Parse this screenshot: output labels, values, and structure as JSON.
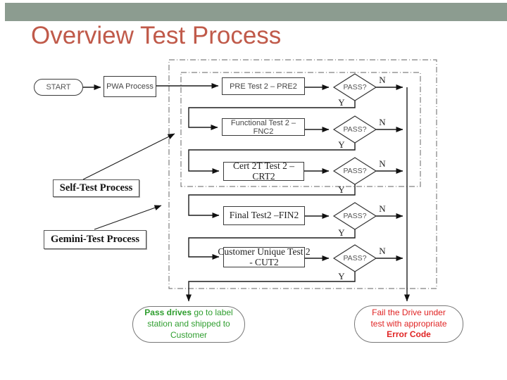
{
  "slide": {
    "title": "Overview Test Process",
    "colors": {
      "top_bar": "#8C9C90",
      "title": "#C05A4A",
      "pass_green": "#2F9E2F",
      "fail_red": "#E02424"
    }
  },
  "flowchart": {
    "start_label": "START",
    "pwa_label": "PWA Process",
    "decision_label": "PASS?",
    "yes_label": "Y",
    "no_label": "N",
    "tests": [
      {
        "label": "PRE Test 2 – PRE2"
      },
      {
        "label": "Functional Test 2 –FNC2"
      },
      {
        "label": "Cert 2T Test 2 – CRT2"
      },
      {
        "label": "Final Test2 –FIN2"
      },
      {
        "label": "Customer Unique Test 2",
        "label2": "- CUT2"
      }
    ],
    "side_processes": [
      {
        "label": "Self-Test Process"
      },
      {
        "label": "Gemini-Test Process"
      }
    ],
    "pass_terminator": {
      "bold": "Pass drives",
      "rest": " go to label station and shipped to Customer"
    },
    "fail_terminator": {
      "rest": "Fail the Drive under test with appropriate",
      "bold": "Error Code"
    }
  }
}
